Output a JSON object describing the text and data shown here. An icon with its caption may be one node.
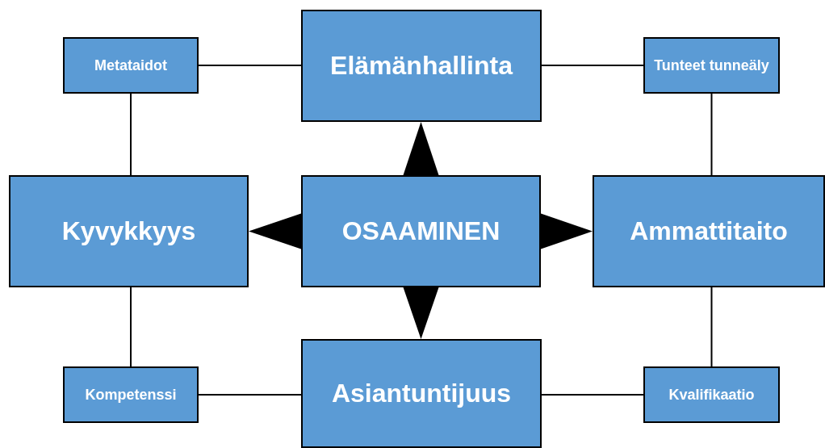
{
  "diagram": {
    "nodes": [
      {
        "text": [
          "Metataidot"
        ]
      },
      {
        "text": [
          "Elämänhallinta"
        ]
      },
      {
        "text": [
          "Tunteet tunneäly"
        ]
      },
      {
        "text": [
          "Kyvykkyys"
        ]
      },
      {
        "text": [
          "OSAAMINEN"
        ]
      },
      {
        "text": [
          "Ammattitaito"
        ]
      },
      {
        "text": [
          "Kompetenssi"
        ]
      },
      {
        "text": [
          "Asiantuntijuus"
        ]
      },
      {
        "text": [
          "Kvalifikaatio"
        ]
      }
    ],
    "edges": [
      {
        "from": 0,
        "to": 1,
        "arrow": "none"
      },
      {
        "from": 1,
        "to": 2,
        "arrow": "none"
      },
      {
        "from": 0,
        "to": 3,
        "arrow": "none"
      },
      {
        "from": 2,
        "to": 5,
        "arrow": "none"
      },
      {
        "from": 4,
        "to": 1,
        "arrow": "to"
      },
      {
        "from": 4,
        "to": 3,
        "arrow": "to"
      },
      {
        "from": 4,
        "to": 5,
        "arrow": "to"
      },
      {
        "from": 4,
        "to": 7,
        "arrow": "to"
      },
      {
        "from": 3,
        "to": 6,
        "arrow": "none"
      },
      {
        "from": 5,
        "to": 8,
        "arrow": "none"
      },
      {
        "from": 6,
        "to": 7,
        "arrow": "none"
      },
      {
        "from": 7,
        "to": 8,
        "arrow": "none"
      }
    ]
  }
}
